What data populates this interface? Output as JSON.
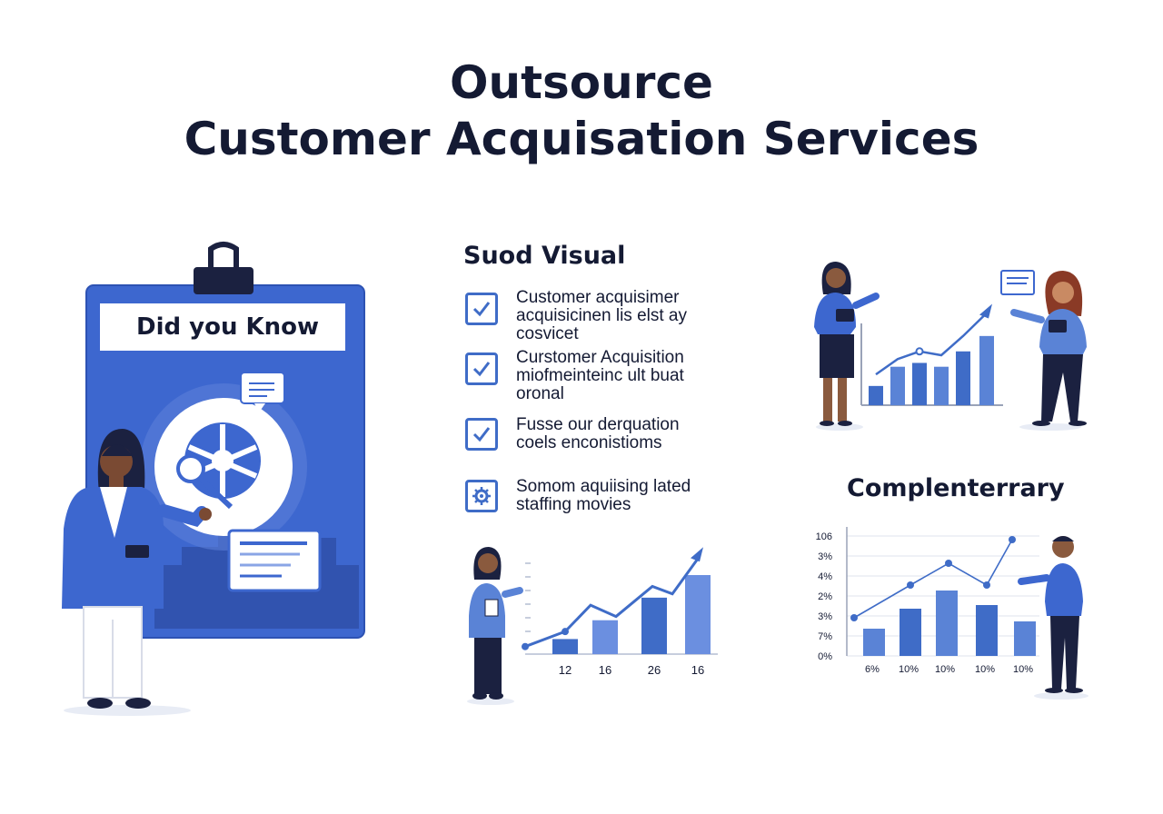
{
  "header": {
    "title_line1": "Outsource",
    "title_line2": "Customer Acquisation Services"
  },
  "board": {
    "label": "Did you Know"
  },
  "checklist": {
    "heading": "Suod Visual",
    "items": [
      {
        "text": "Customer acquisimer\nacquisicinen lis elst ay\ncosvicet",
        "icon": "check-icon"
      },
      {
        "text": "Curstomer Acquisition\nmiofmeinteinc ult buat\noronal",
        "icon": "check-icon"
      },
      {
        "text": "Fusse our derquation\ncoels enconistioms",
        "icon": "check-icon"
      },
      {
        "text": "Somom aquiising lated\nstaffing movies",
        "icon": "gear-icon"
      }
    ]
  },
  "complementary": {
    "heading": "Complenterrary"
  },
  "colors": {
    "accent": "#3f6cc7",
    "accent_light": "#6b8fe0",
    "dark": "#141a33",
    "board_blue": "#3d67cf"
  },
  "chart_data": [
    {
      "type": "bar",
      "categories": [
        "12",
        "16",
        "26",
        "16"
      ],
      "values": [
        2,
        4.5,
        7.5,
        10.5
      ],
      "trend": [
        1,
        3,
        6.5,
        5,
        9,
        8,
        13
      ],
      "ylim": [
        0,
        14
      ]
    },
    {
      "type": "bar",
      "categories": [
        "6%",
        "10%",
        "10%",
        "10%",
        "10%"
      ],
      "values": [
        1.5,
        2.6,
        3.6,
        2.8,
        1.9
      ],
      "yticks": [
        "106",
        "3%",
        "4%",
        "2%",
        "3%",
        "7%",
        "0%"
      ],
      "trend": [
        2.1,
        3.9,
        5.1,
        3.9,
        6.4
      ],
      "ylim": [
        0,
        6.6
      ]
    },
    {
      "type": "bar",
      "values": [
        2.5,
        5,
        5.5,
        5,
        7,
        9
      ],
      "trend": [
        4,
        6,
        7,
        6.5,
        9,
        12
      ],
      "ylim": [
        0,
        13
      ]
    }
  ]
}
